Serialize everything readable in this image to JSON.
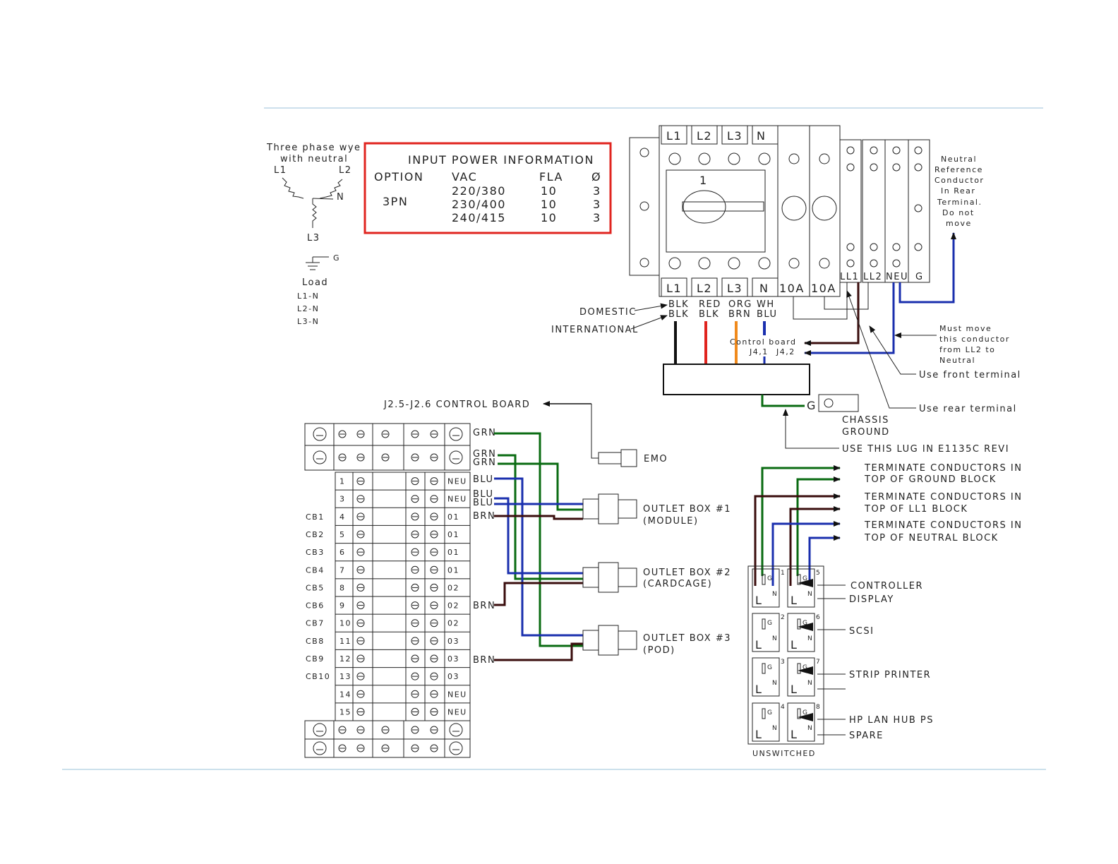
{
  "wye": {
    "title_line1": "Three phase wye",
    "title_line2": "with neutral",
    "L1": "L1",
    "L2": "L2",
    "L3": "L3",
    "N": "N",
    "G": "G",
    "load_title": "Load",
    "loads": [
      "L1-N",
      "L2-N",
      "L3-N"
    ]
  },
  "input_table": {
    "title": "INPUT POWER INFORMATION",
    "headers": [
      "OPTION",
      "VAC",
      "FLA",
      "Ø"
    ],
    "option": "3PN",
    "rows": [
      {
        "vac": "220/380",
        "fla": "10",
        "phase": "3"
      },
      {
        "vac": "230/400",
        "fla": "10",
        "phase": "3"
      },
      {
        "vac": "240/415",
        "fla": "10",
        "phase": "3"
      }
    ],
    "border_color": "#e0241f"
  },
  "breaker": {
    "top_labels": [
      "L1",
      "L2",
      "L3",
      "N"
    ],
    "bottom_labels": [
      "L1",
      "L2",
      "L3",
      "N",
      "10A",
      "10A"
    ],
    "switch_number": "1",
    "terminal_labels": [
      "LL1",
      "LL2",
      "NEU",
      "G"
    ]
  },
  "wire_colors": {
    "domestic": [
      "BLK",
      "RED",
      "ORG",
      "WH"
    ],
    "international": [
      "BLK",
      "BLK",
      "BRN",
      "BLU"
    ]
  },
  "labels": {
    "domestic": "DOMESTIC",
    "international": "INTERNATIONAL",
    "control_board": "Control board",
    "j41": "J4,1",
    "j42": "J4,2",
    "neutral_ref": [
      "Neutral",
      "Reference",
      "Conductor",
      "In Rear",
      "Terminal.",
      "Do not",
      "move"
    ],
    "must_move": [
      "Must move",
      "this conductor",
      "from LL2 to",
      "Neutral"
    ],
    "use_front": "Use front terminal",
    "use_rear": "Use rear terminal",
    "chassis_ground": [
      "CHASSIS",
      "GROUND"
    ],
    "chassis_g": "G",
    "use_lug": "USE THIS LUG IN E1135C REVI",
    "j25": "J2.5-J2.6 CONTROL BOARD",
    "emo": "EMO",
    "outlet1": [
      "OUTLET BOX #1",
      "(MODULE)"
    ],
    "outlet2": [
      "OUTLET BOX #2",
      "(CARDCAGE)"
    ],
    "outlet3": [
      "OUTLET BOX #3",
      "(POD)"
    ],
    "terminate_ground": [
      "TERMINATE CONDUCTORS IN",
      "TOP OF GROUND BLOCK"
    ],
    "terminate_ll1": [
      "TERMINATE CONDUCTORS IN",
      "TOP OF LL1 BLOCK"
    ],
    "terminate_neutral": [
      "TERMINATE CONDUCTORS IN",
      "TOP OF NEUTRAL BLOCK"
    ],
    "controller": "CONTROLLER",
    "display": "DISPLAY",
    "scsi": "SCSI",
    "strip_printer": "STRIP PRINTER",
    "hp_lan": "HP LAN HUB PS",
    "spare": "SPARE",
    "unswitched": "UNSWITCHED"
  },
  "terminal_block": {
    "wire_labels": [
      "GRN",
      "GRN",
      "GRN",
      "BLU",
      "BLU",
      "BLU",
      "BRN",
      "BRN",
      "BRN"
    ],
    "rows": [
      {
        "cb": "",
        "num": "1",
        "right": "NEU"
      },
      {
        "cb": "",
        "num": "3",
        "right": "NEU"
      },
      {
        "cb": "CB1",
        "num": "4",
        "right": "01"
      },
      {
        "cb": "CB2",
        "num": "5",
        "right": "01"
      },
      {
        "cb": "CB3",
        "num": "6",
        "right": "01"
      },
      {
        "cb": "CB4",
        "num": "7",
        "right": "01"
      },
      {
        "cb": "CB5",
        "num": "8",
        "right": "02"
      },
      {
        "cb": "CB6",
        "num": "9",
        "right": "02"
      },
      {
        "cb": "CB7",
        "num": "10",
        "right": "02"
      },
      {
        "cb": "CB8",
        "num": "11",
        "right": "03"
      },
      {
        "cb": "CB9",
        "num": "12",
        "right": "03"
      },
      {
        "cb": "CB10",
        "num": "13",
        "right": "03"
      },
      {
        "cb": "",
        "num": "14",
        "right": "NEU"
      },
      {
        "cb": "",
        "num": "15",
        "right": "NEU"
      }
    ]
  },
  "outlet_strip": {
    "numbers": [
      "1",
      "5",
      "2",
      "6",
      "3",
      "7",
      "4",
      "8"
    ],
    "G": "G",
    "N": "N",
    "L": "L"
  },
  "colors": {
    "green": "#0a6b12",
    "blue": "#1a2fae",
    "brown": "#3a0d0d",
    "red": "#e0241f",
    "orange": "#f08a1c",
    "black": "#111111",
    "rule": "#bcd6e6"
  }
}
